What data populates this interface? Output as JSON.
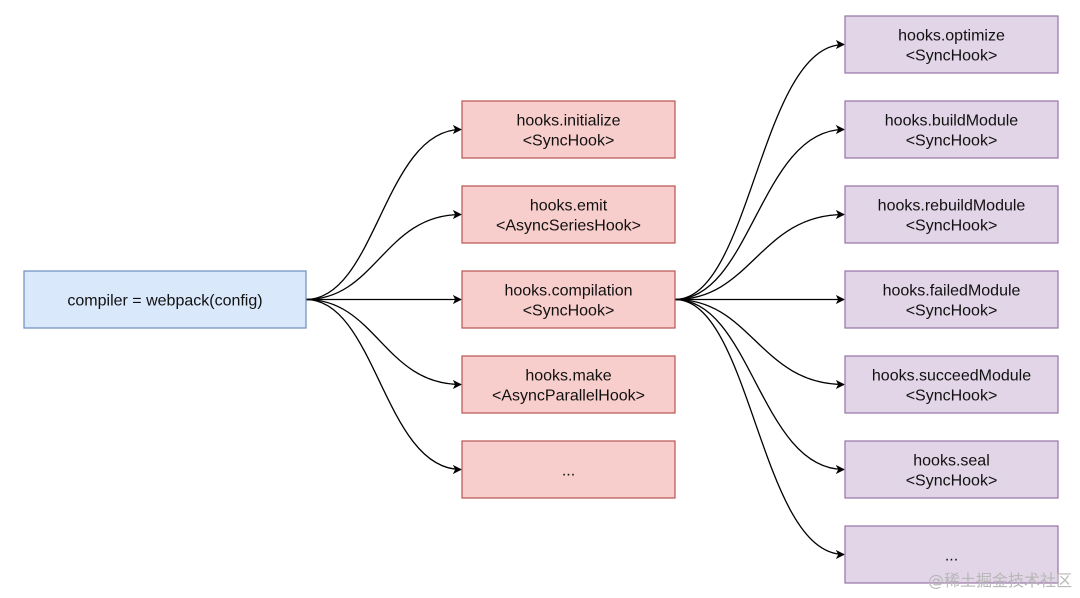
{
  "root": {
    "label": "compiler = webpack(config)",
    "fill": "#dae8fc",
    "stroke": "#6c8ebf"
  },
  "compiler_hooks": {
    "fill": "#f8cecc",
    "stroke": "#b85450",
    "items": [
      {
        "line1": "hooks.initialize",
        "line2": "<SyncHook>"
      },
      {
        "line1": "hooks.emit",
        "line2": "<AsyncSeriesHook>"
      },
      {
        "line1": "hooks.compilation",
        "line2": "<SyncHook>"
      },
      {
        "line1": "hooks.make",
        "line2": "<AsyncParallelHook>"
      },
      {
        "line1": "...",
        "line2": ""
      }
    ]
  },
  "compilation_hooks": {
    "fill": "#e1d5e7",
    "stroke": "#9673a6",
    "items": [
      {
        "line1": "hooks.optimize",
        "line2": "<SyncHook>"
      },
      {
        "line1": "hooks.buildModule",
        "line2": "<SyncHook>"
      },
      {
        "line1": "hooks.rebuildModule",
        "line2": "<SyncHook>"
      },
      {
        "line1": "hooks.failedModule",
        "line2": "<SyncHook>"
      },
      {
        "line1": "hooks.succeedModule",
        "line2": "<SyncHook>"
      },
      {
        "line1": "hooks.seal",
        "line2": "<SyncHook>"
      },
      {
        "line1": "...",
        "line2": ""
      }
    ]
  },
  "watermark": "@稀土掘金技术社区"
}
